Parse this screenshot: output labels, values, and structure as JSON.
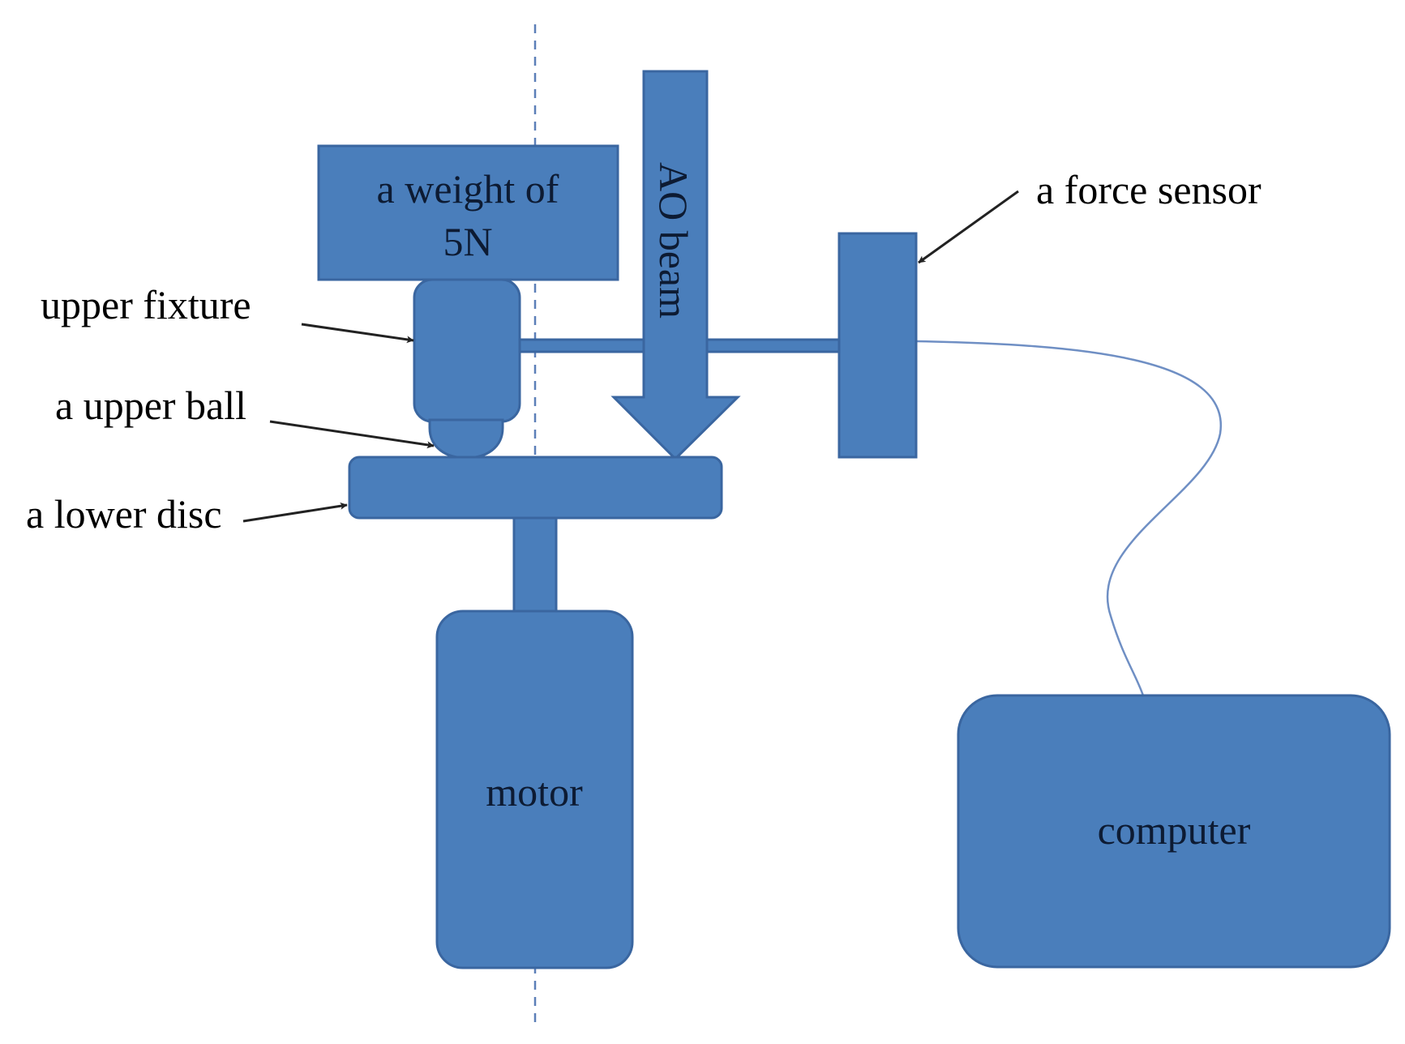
{
  "colors": {
    "part_fill": "#4a7ebb",
    "part_stroke": "#3a66a0",
    "cable": "#6f8fc4"
  },
  "components": {
    "weight_line1": "a weight of",
    "weight_line2": "5N",
    "beam": "AO beam",
    "motor": "motor",
    "computer": "computer"
  },
  "callouts": {
    "force_sensor": "a force sensor",
    "upper_fixture": "upper fixture",
    "upper_ball": "a upper ball",
    "lower_disc": "a lower disc"
  }
}
